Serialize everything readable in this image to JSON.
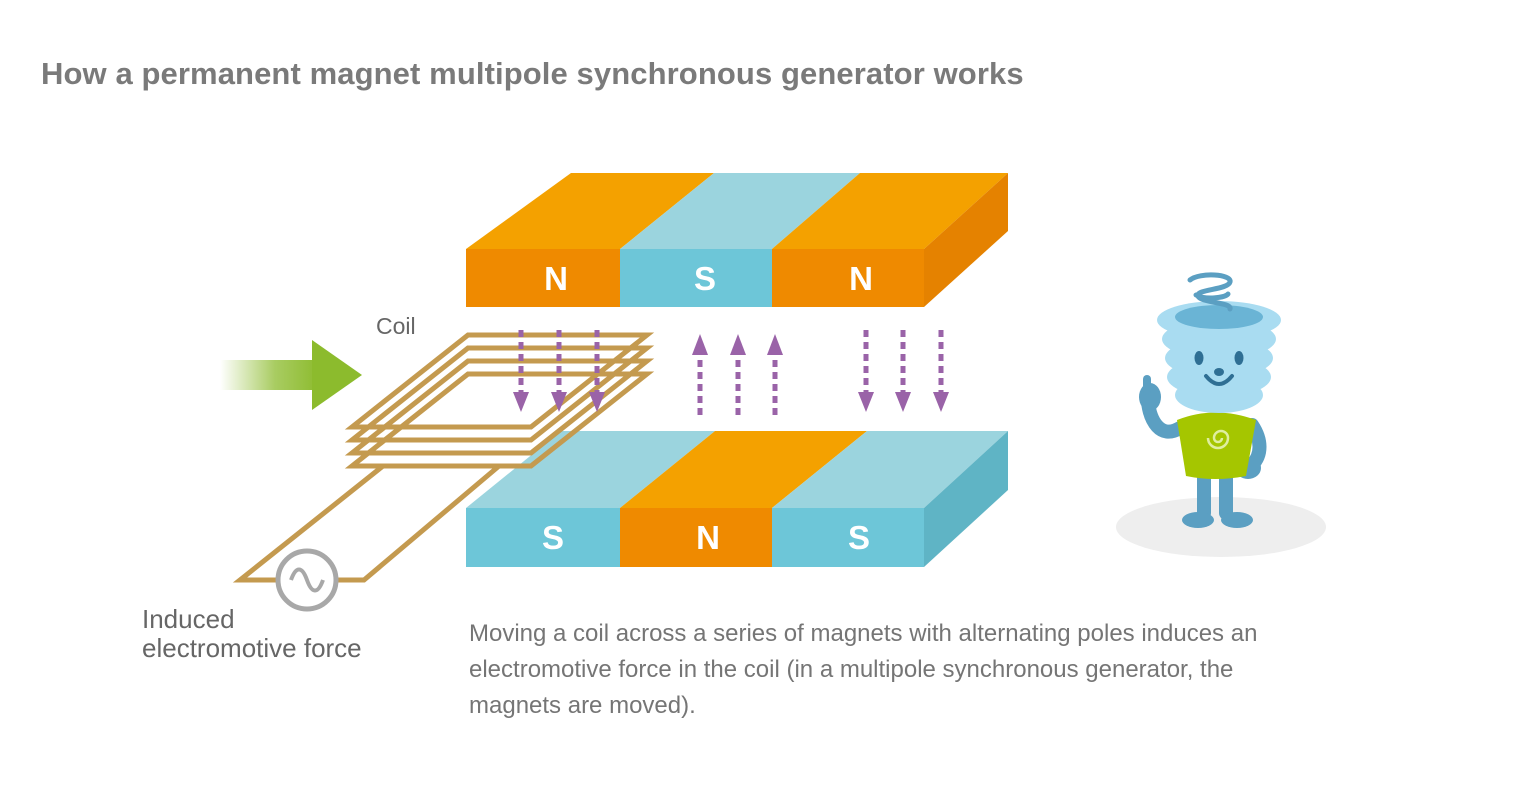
{
  "title": "How a permanent magnet multipole synchronous generator works",
  "labels": {
    "coil": "Coil",
    "emf_line1": "Induced",
    "emf_line2": "electromotive force"
  },
  "top_magnet": {
    "poles": [
      "N",
      "S",
      "N"
    ]
  },
  "bottom_magnet": {
    "poles": [
      "S",
      "N",
      "S"
    ]
  },
  "caption_lines": [
    "Moving a coil across a series of magnets with alternating poles induces an",
    "electromotive force in the coil (in a multipole synchronous generator, the",
    "magnets are moved)."
  ],
  "field_directions": [
    "down",
    "up",
    "down"
  ],
  "colors": {
    "north_front": "#ef8a00",
    "north_top": "#f4a100",
    "north_side": "#e58200",
    "south_front": "#6dc6d8",
    "south_top": "#9bd4de",
    "south_side": "#5fb4c5",
    "coil": "#c49a4f",
    "field_arrow": "#9a63a8",
    "motion_arrow": "#8cbb2d",
    "character_body": "#5b9fc2",
    "character_head": "#a9dcf1",
    "character_shirt": "#a5c600"
  }
}
